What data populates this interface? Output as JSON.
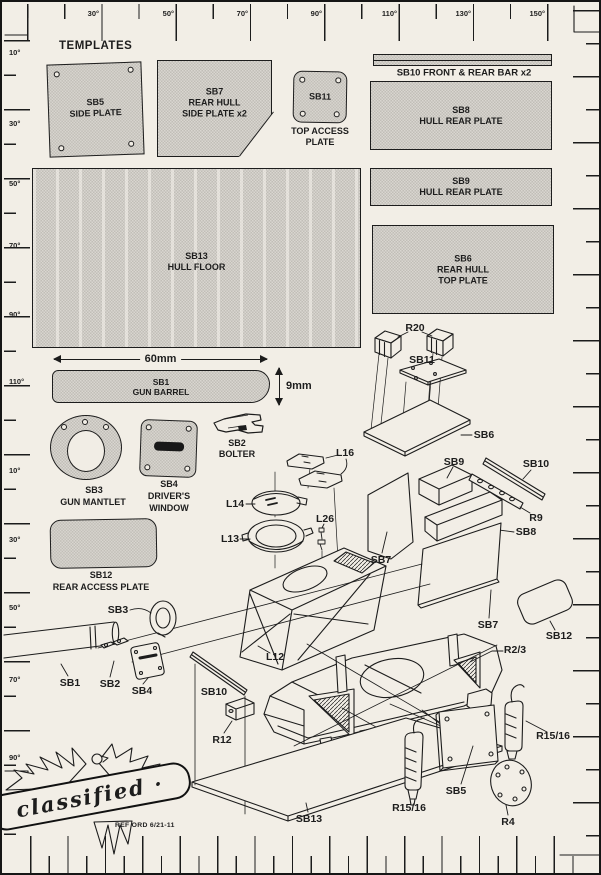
{
  "sheet": {
    "heading": "TEMPLATES",
    "stamp_text": "classified ·",
    "ref_text": "REF ORD 6/21-11"
  },
  "ruler": {
    "top_labels": [
      "30°",
      "50°",
      "70°",
      "90°",
      "110°",
      "130°",
      "150°"
    ],
    "left_labels": [
      "10°",
      "30°",
      "50°",
      "70°",
      "90°",
      "110°",
      "10°",
      "30°",
      "50°",
      "70°",
      "90°"
    ]
  },
  "templates": {
    "sb5": {
      "id": "SB5",
      "name": "SIDE PLATE"
    },
    "sb7": {
      "id": "SB7",
      "line2": "REAR HULL",
      "line3": "SIDE PLATE x2"
    },
    "sb11": {
      "id": "SB11",
      "caption_line1": "TOP ACCESS",
      "caption_line2": "PLATE"
    },
    "sb10_bar": {
      "caption": "SB10 FRONT & REAR BAR x2"
    },
    "sb8": {
      "id": "SB8",
      "name": "HULL REAR PLATE"
    },
    "sb9": {
      "id": "SB9",
      "name": "HULL REAR PLATE"
    },
    "sb13": {
      "id": "SB13",
      "name": "HULL FLOOR"
    },
    "sb6": {
      "id": "SB6",
      "line2": "REAR HULL",
      "line3": "TOP PLATE"
    },
    "sb1": {
      "id": "SB1",
      "name": "GUN BARREL",
      "width_dim": "60mm",
      "height_dim": "9mm"
    },
    "sb3": {
      "id": "SB3",
      "name": "GUN MANTLET"
    },
    "sb4": {
      "id": "SB4",
      "line2": "DRIVER'S",
      "line3": "WINDOW"
    },
    "sb2": {
      "id": "SB2",
      "name": "BOLTER"
    },
    "sb12": {
      "id": "SB12",
      "name": "REAR ACCESS PLATE"
    }
  },
  "diagram": {
    "labels": {
      "r20": "R20",
      "sb11": "SB11",
      "sb6": "SB6",
      "sb9": "SB9",
      "sb10_top": "SB10",
      "r9": "R9",
      "sb8": "SB8",
      "sb7_left": "SB7",
      "l16": "L16",
      "l14": "L14",
      "l26": "L26",
      "l13": "L13",
      "sb7_right": "SB7",
      "sb12": "SB12",
      "sb3": "SB3",
      "l12": "L12",
      "sb1": "SB1",
      "sb2": "SB2",
      "sb4": "SB4",
      "sb10_bottom": "SB10",
      "r12": "R12",
      "r23": "R2/3",
      "r1516_right": "R15/16",
      "r1516_left": "R15/16",
      "sb5": "SB5",
      "sb13": "SB13",
      "r4": "R4"
    }
  }
}
